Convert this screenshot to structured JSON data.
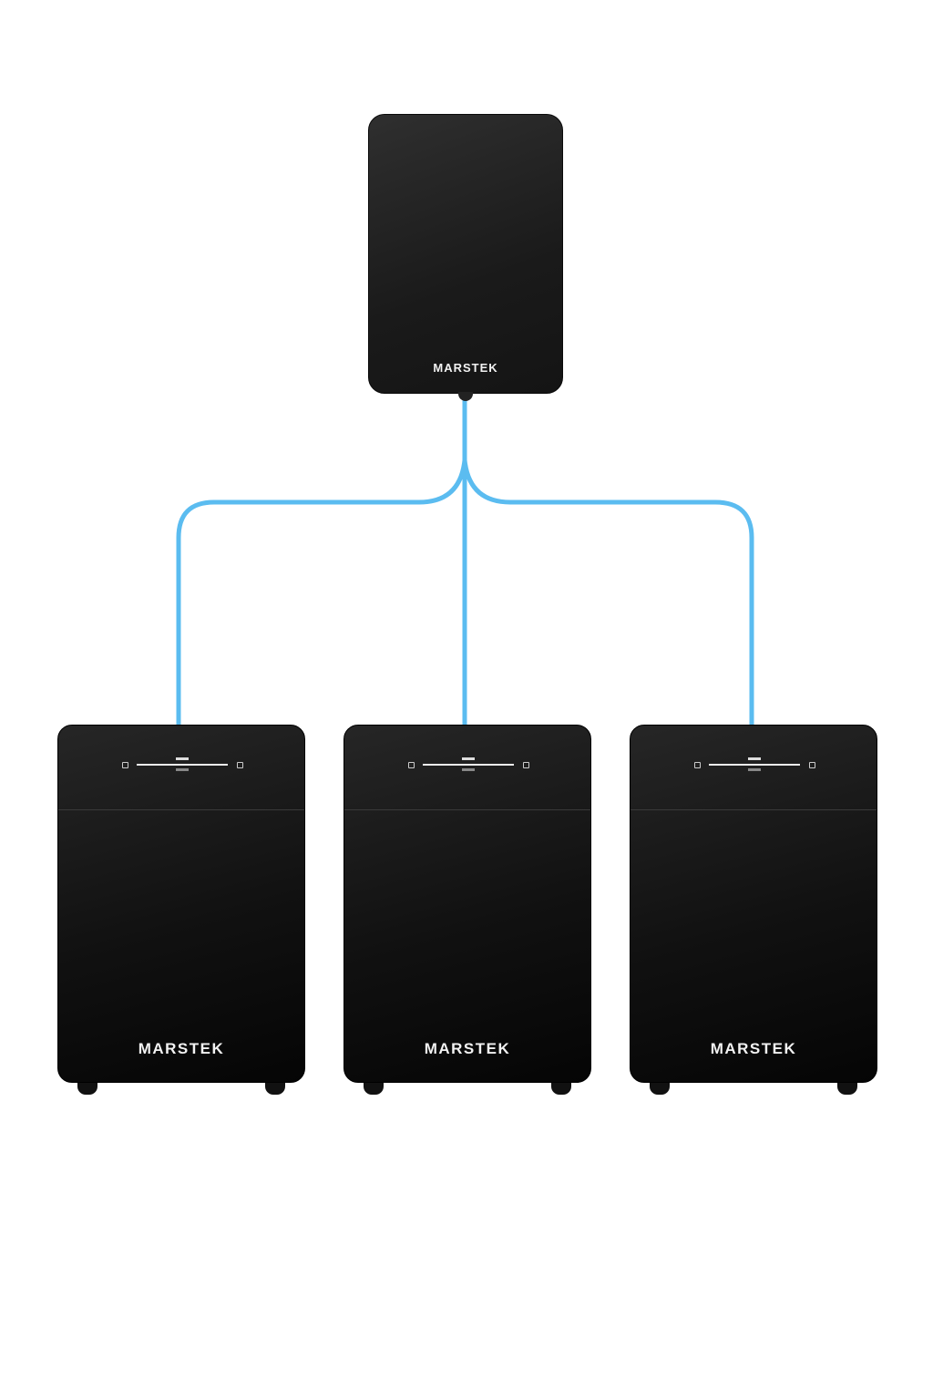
{
  "hub": {
    "brand": "MARSTEK"
  },
  "batteries": [
    {
      "brand": "MARSTEK"
    },
    {
      "brand": "MARSTEK"
    },
    {
      "brand": "MARSTEK"
    }
  ],
  "colors": {
    "cable": "#5bbcf0",
    "device": "#1a1a1a",
    "background": "#ffffff"
  }
}
